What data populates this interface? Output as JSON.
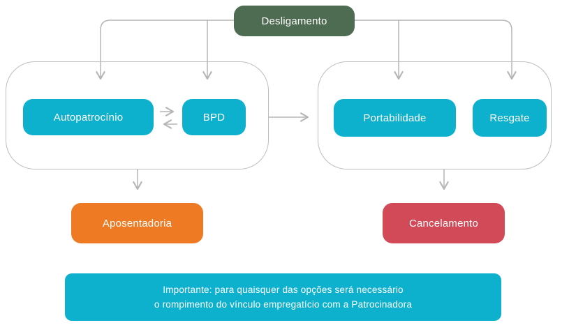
{
  "palette": {
    "teal": "#0db0cd",
    "green": "#4e6c51",
    "orange": "#ee7b24",
    "red": "#d24a58",
    "connector_gray": "#b5b5b5",
    "text": "#ffffff"
  },
  "nodes": {
    "root": {
      "label": "Desligamento"
    },
    "left_group": {
      "autopatrocinio": {
        "label": "Autopatrocínio"
      },
      "bpd": {
        "label": "BPD"
      }
    },
    "right_group": {
      "portabilidade": {
        "label": "Portabilidade"
      },
      "resgate": {
        "label": "Resgate"
      }
    },
    "aposentadoria": {
      "label": "Aposentadoria"
    },
    "cancelamento": {
      "label": "Cancelamento"
    }
  },
  "note": {
    "line1": "Importante: para quaisquer das opções será necessário",
    "line2": "o rompimento do vínculo empregatício com a Patrocinadora"
  }
}
